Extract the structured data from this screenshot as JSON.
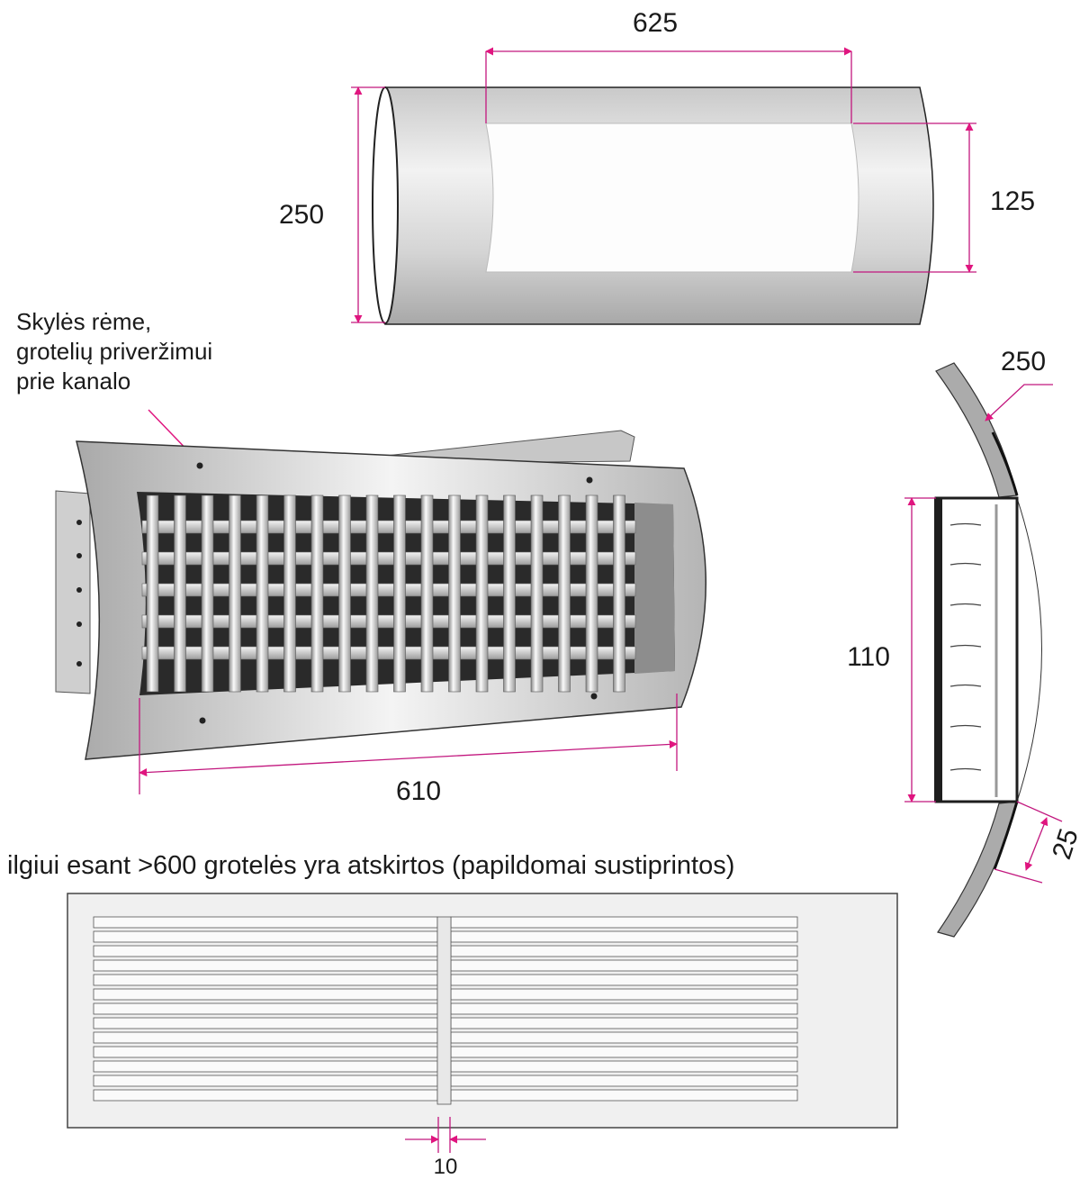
{
  "colors": {
    "dimension": "#c2177e",
    "arrow": "#e0157f",
    "metal": "#bdbdbd",
    "dark": "#1e1e1e"
  },
  "duct": {
    "length_label": "625",
    "diameter_label": "250",
    "opening_label": "125"
  },
  "grille": {
    "annotation": [
      "Skylės rėme,",
      "grotelių priveržimui",
      "prie kanalo"
    ],
    "width_label": "610"
  },
  "profile": {
    "radius_label": "250",
    "height_label": "110",
    "flange_label": "25"
  },
  "split_grille": {
    "note": "ilgiui esant >600 grotelės yra atskirtos (papildomai sustiprintos)",
    "gap_label": "10"
  }
}
